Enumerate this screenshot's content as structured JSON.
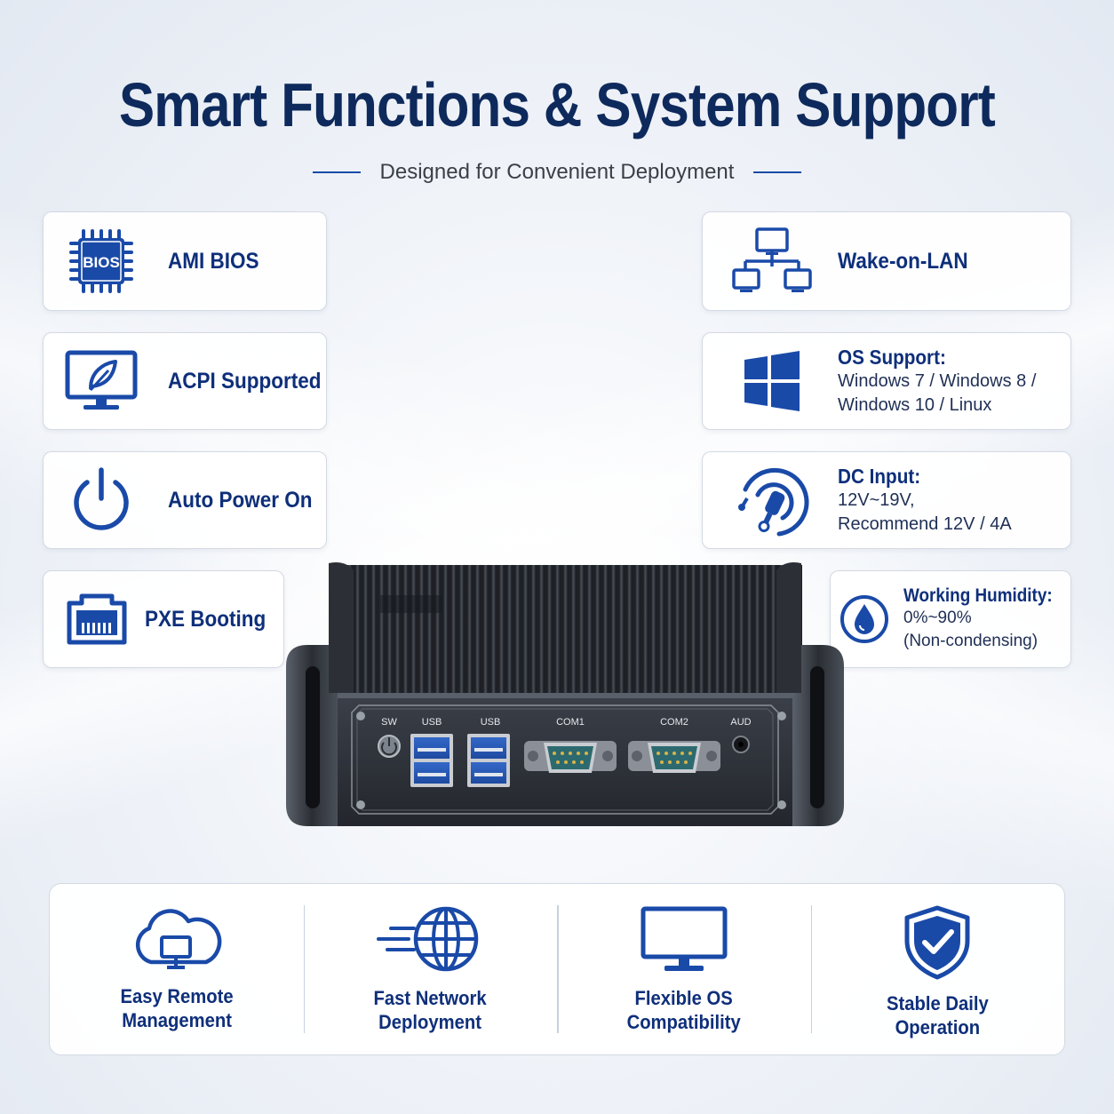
{
  "header": {
    "title": "Smart Functions & System Support",
    "subtitle": "Designed for Convenient Deployment"
  },
  "left_features": [
    {
      "label": "AMI BIOS",
      "icon": "bios-chip-icon",
      "chip_text": "BIOS"
    },
    {
      "label": "ACPI Supported",
      "icon": "monitor-leaf-icon"
    },
    {
      "label": "Auto Power On",
      "icon": "power-icon"
    },
    {
      "label": "PXE Booting",
      "icon": "ethernet-port-icon"
    }
  ],
  "right_features": [
    {
      "title": "Wake-on-LAN",
      "icon": "network-computers-icon"
    },
    {
      "title": "OS Support:",
      "lines": [
        "Windows 7 / Windows 8 /",
        "Windows 10 / Linux"
      ],
      "icon": "windows-logo-icon"
    },
    {
      "title": "DC Input:",
      "lines": [
        "12V~19V,",
        "Recommend 12V / 4A"
      ],
      "icon": "dc-plug-icon"
    },
    {
      "title": "Working Humidity:",
      "lines": [
        "0%~90%",
        "(Non-condensing)"
      ],
      "icon": "water-drop-icon"
    }
  ],
  "device_ports": {
    "sw": "SW",
    "usb1": "USB",
    "usb2": "USB",
    "com1": "COM1",
    "com2": "COM2",
    "aud": "AUD"
  },
  "bottom_features": [
    {
      "lines": [
        "Easy Remote",
        "Management"
      ],
      "icon": "cloud-monitor-icon"
    },
    {
      "lines": [
        "Fast Network",
        "Deployment"
      ],
      "icon": "fast-globe-icon"
    },
    {
      "lines": [
        "Flexible OS",
        "Compatibility"
      ],
      "icon": "monitor-icon"
    },
    {
      "lines": [
        "Stable Daily",
        "Operation"
      ],
      "icon": "shield-check-icon"
    }
  ],
  "colors": {
    "brand_blue": "#1a4aa8",
    "title_navy": "#0e2a5c",
    "device_body": "#2d3138"
  }
}
